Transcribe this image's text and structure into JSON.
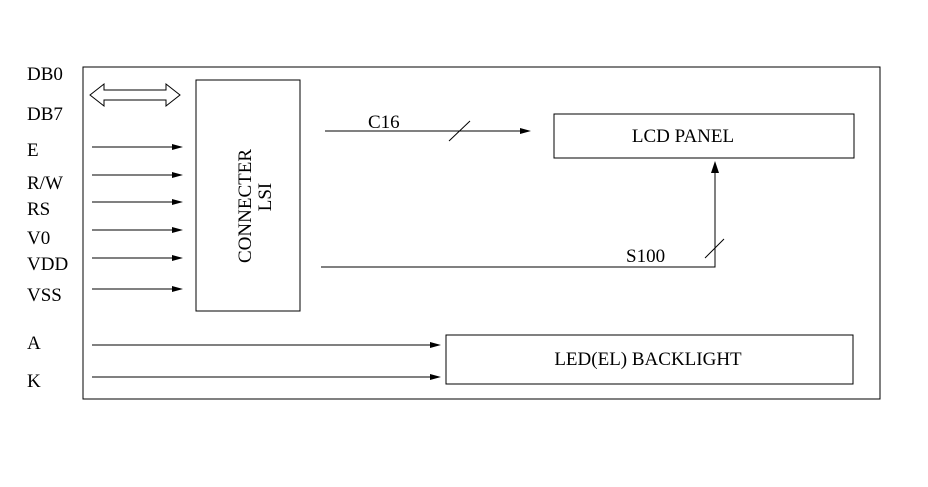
{
  "pins": {
    "db0": "DB0",
    "db7": "DB7",
    "e": "E",
    "rw": "R/W",
    "rs": "RS",
    "v0": "V0",
    "vdd": "VDD",
    "vss": "VSS",
    "a": "A",
    "k": "K"
  },
  "blocks": {
    "connecter_line1": "CONNECTER",
    "connecter_line2": "LSI",
    "lcd_panel": "LCD PANEL",
    "backlight": "LED(EL) BACKLIGHT"
  },
  "buses": {
    "common": "C16",
    "segment": "S100"
  }
}
